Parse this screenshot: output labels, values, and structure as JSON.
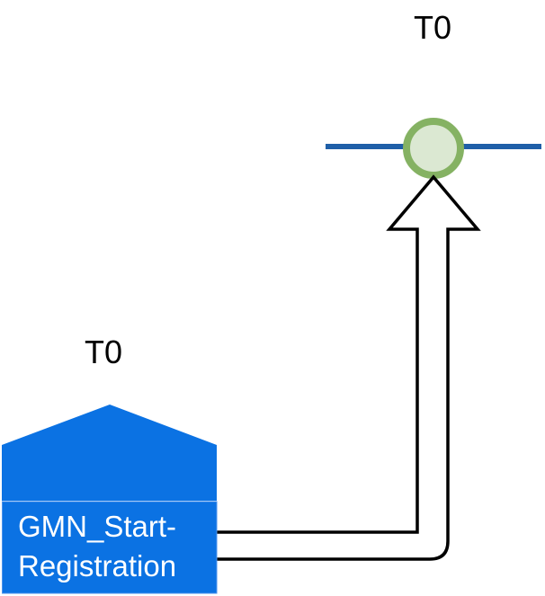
{
  "canvas": {
    "background": "#ffffff"
  },
  "timeline": {
    "label": "T0",
    "line_color": "#1f5fa8",
    "event_circle": {
      "ring_color": "#85b263",
      "fill_color": "#dbe8d2"
    }
  },
  "start_block": {
    "label": "T0",
    "text_line1": "GMN_Start-",
    "text_line2": "Registration",
    "fill": "#0b72e3",
    "border": "#4b93ec",
    "text_color": "#ffffff"
  },
  "connector": {
    "fill": "#ffffff",
    "stroke": "#000000"
  }
}
